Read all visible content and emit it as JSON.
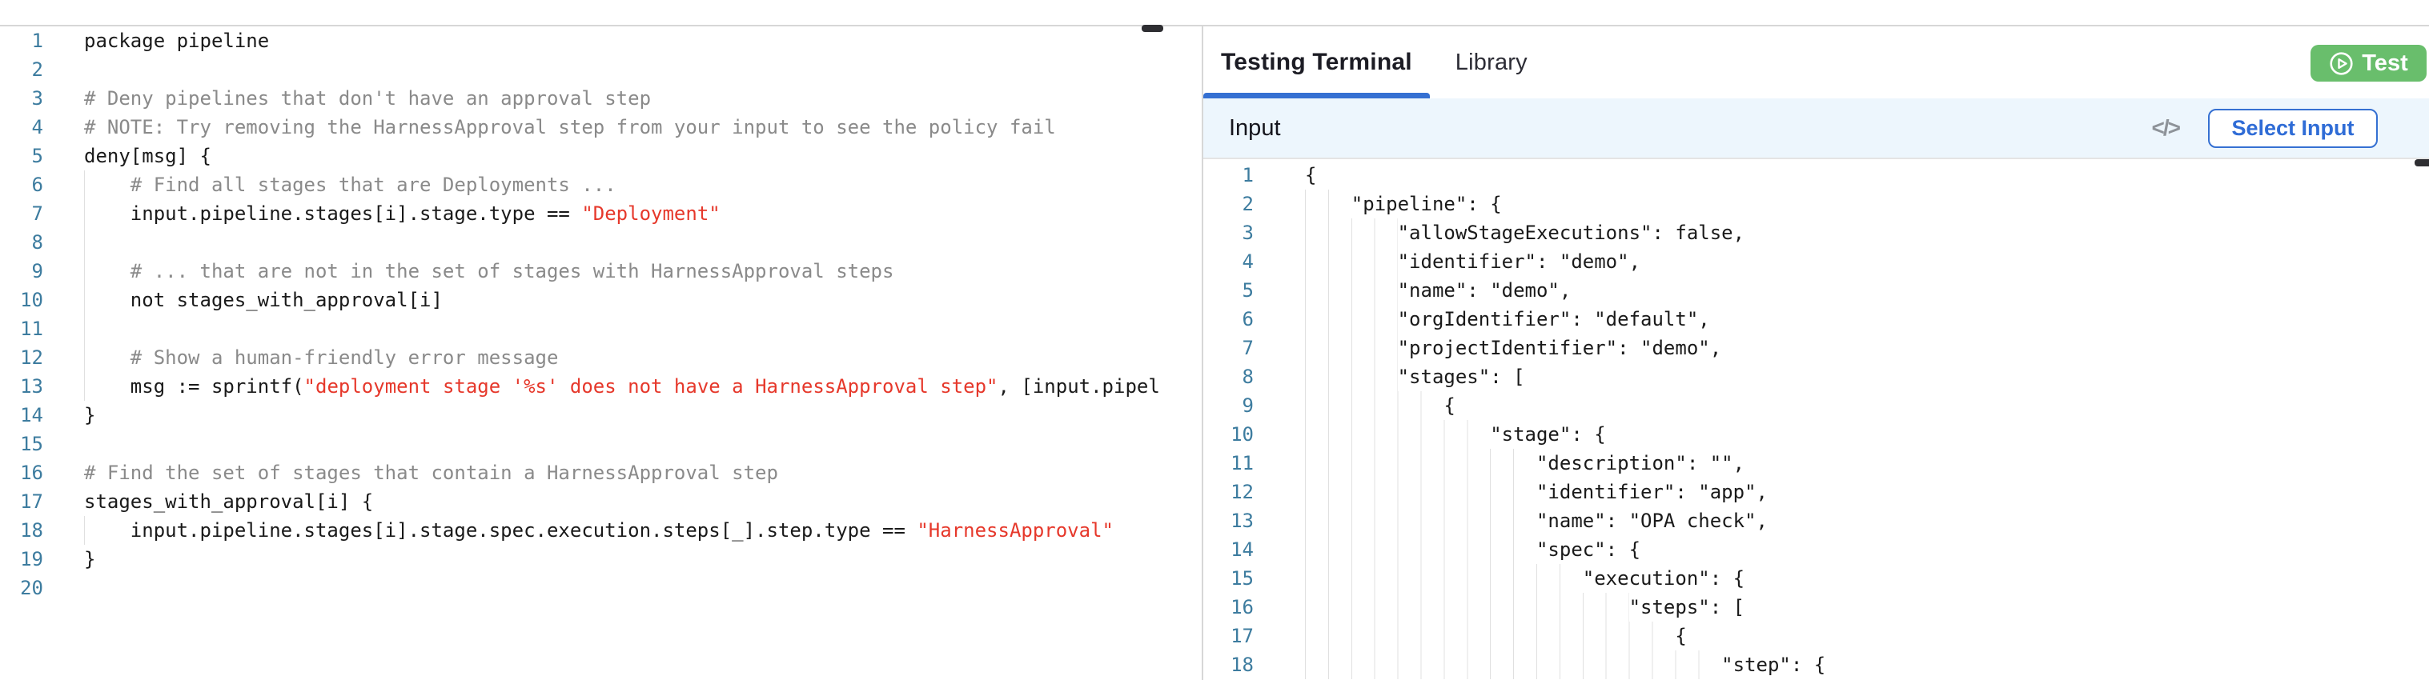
{
  "colors": {
    "accent_blue": "#3570D2",
    "select_input_blue": "#2F6CD6",
    "test_green": "#69BE6C",
    "line_number_blue": "#3D7C9F",
    "comment_gray": "#8A8A8A",
    "string_red": "#E6382B",
    "code_text": "#1A1A1A",
    "input_band_bg": "#EDF6FD",
    "divider_gray": "#D7D7D7",
    "indent_guide": "#E0E0E0",
    "current_line_border": "#E9E9E9",
    "handle_dark": "#2E2E32",
    "code_icon_gray": "#8E9399"
  },
  "left_editor": {
    "language": "rego",
    "lines": [
      {
        "num": 1,
        "ind": 0,
        "current": true,
        "segs": [
          [
            "package pipeline",
            "c"
          ]
        ]
      },
      {
        "num": 2,
        "ind": 0,
        "segs": []
      },
      {
        "num": 3,
        "ind": 0,
        "segs": [
          [
            "# Deny pipelines that don't have an approval step",
            "m"
          ]
        ]
      },
      {
        "num": 4,
        "ind": 0,
        "segs": [
          [
            "# NOTE: Try removing the HarnessApproval step from your input to see the policy fail",
            "m"
          ]
        ]
      },
      {
        "num": 5,
        "ind": 0,
        "segs": [
          [
            "deny[msg] {",
            "c"
          ]
        ]
      },
      {
        "num": 6,
        "ind": 4,
        "segs": [
          [
            "# Find all stages that are Deployments ...",
            "m"
          ]
        ]
      },
      {
        "num": 7,
        "ind": 4,
        "segs": [
          [
            "input.pipeline.stages[i].stage.type == ",
            "c"
          ],
          [
            "\"Deployment\"",
            "s"
          ]
        ]
      },
      {
        "num": 8,
        "ind": 4,
        "segs": []
      },
      {
        "num": 9,
        "ind": 4,
        "segs": [
          [
            "# ... that are not in the set of stages with HarnessApproval steps",
            "m"
          ]
        ]
      },
      {
        "num": 10,
        "ind": 4,
        "segs": [
          [
            "not stages_with_approval[i]",
            "c"
          ]
        ]
      },
      {
        "num": 11,
        "ind": 4,
        "segs": []
      },
      {
        "num": 12,
        "ind": 4,
        "segs": [
          [
            "# Show a human-friendly error message",
            "m"
          ]
        ]
      },
      {
        "num": 13,
        "ind": 4,
        "segs": [
          [
            "msg := sprintf(",
            "c"
          ],
          [
            "\"deployment stage '%s' does not have a HarnessApproval step\"",
            "s"
          ],
          [
            ", [input.pipel",
            "c"
          ]
        ]
      },
      {
        "num": 14,
        "ind": 0,
        "segs": [
          [
            "}",
            "c"
          ]
        ]
      },
      {
        "num": 15,
        "ind": 0,
        "segs": []
      },
      {
        "num": 16,
        "ind": 0,
        "segs": [
          [
            "# Find the set of stages that contain a HarnessApproval step",
            "m"
          ]
        ]
      },
      {
        "num": 17,
        "ind": 0,
        "segs": [
          [
            "stages_with_approval[i] {",
            "c"
          ]
        ]
      },
      {
        "num": 18,
        "ind": 4,
        "segs": [
          [
            "input.pipeline.stages[i].stage.spec.execution.steps[_].step.type == ",
            "c"
          ],
          [
            "\"HarnessApproval\"",
            "s"
          ]
        ]
      },
      {
        "num": 19,
        "ind": 0,
        "segs": [
          [
            "}",
            "c"
          ]
        ]
      },
      {
        "num": 20,
        "ind": 0,
        "segs": []
      }
    ]
  },
  "right_panel": {
    "tabs": [
      {
        "label": "Testing Terminal",
        "active": true
      },
      {
        "label": "Library",
        "active": false
      }
    ],
    "test_button": {
      "label": "Test"
    },
    "input_header": {
      "title": "Input",
      "code_icon": "</>",
      "select_button_label": "Select Input"
    },
    "input_editor": {
      "language": "json",
      "lines": [
        {
          "num": 1,
          "current": true,
          "text": "{"
        },
        {
          "num": 2,
          "text": "    \"pipeline\": {"
        },
        {
          "num": 3,
          "text": "        \"allowStageExecutions\": false,"
        },
        {
          "num": 4,
          "text": "        \"identifier\": \"demo\","
        },
        {
          "num": 5,
          "text": "        \"name\": \"demo\","
        },
        {
          "num": 6,
          "text": "        \"orgIdentifier\": \"default\","
        },
        {
          "num": 7,
          "text": "        \"projectIdentifier\": \"demo\","
        },
        {
          "num": 8,
          "text": "        \"stages\": ["
        },
        {
          "num": 9,
          "text": "            {"
        },
        {
          "num": 10,
          "text": "                \"stage\": {"
        },
        {
          "num": 11,
          "text": "                    \"description\": \"\","
        },
        {
          "num": 12,
          "text": "                    \"identifier\": \"app\","
        },
        {
          "num": 13,
          "text": "                    \"name\": \"OPA check\","
        },
        {
          "num": 14,
          "text": "                    \"spec\": {"
        },
        {
          "num": 15,
          "text": "                        \"execution\": {"
        },
        {
          "num": 16,
          "text": "                            \"steps\": ["
        },
        {
          "num": 17,
          "text": "                                {"
        },
        {
          "num": 18,
          "text": "                                    \"step\": {"
        }
      ]
    }
  }
}
